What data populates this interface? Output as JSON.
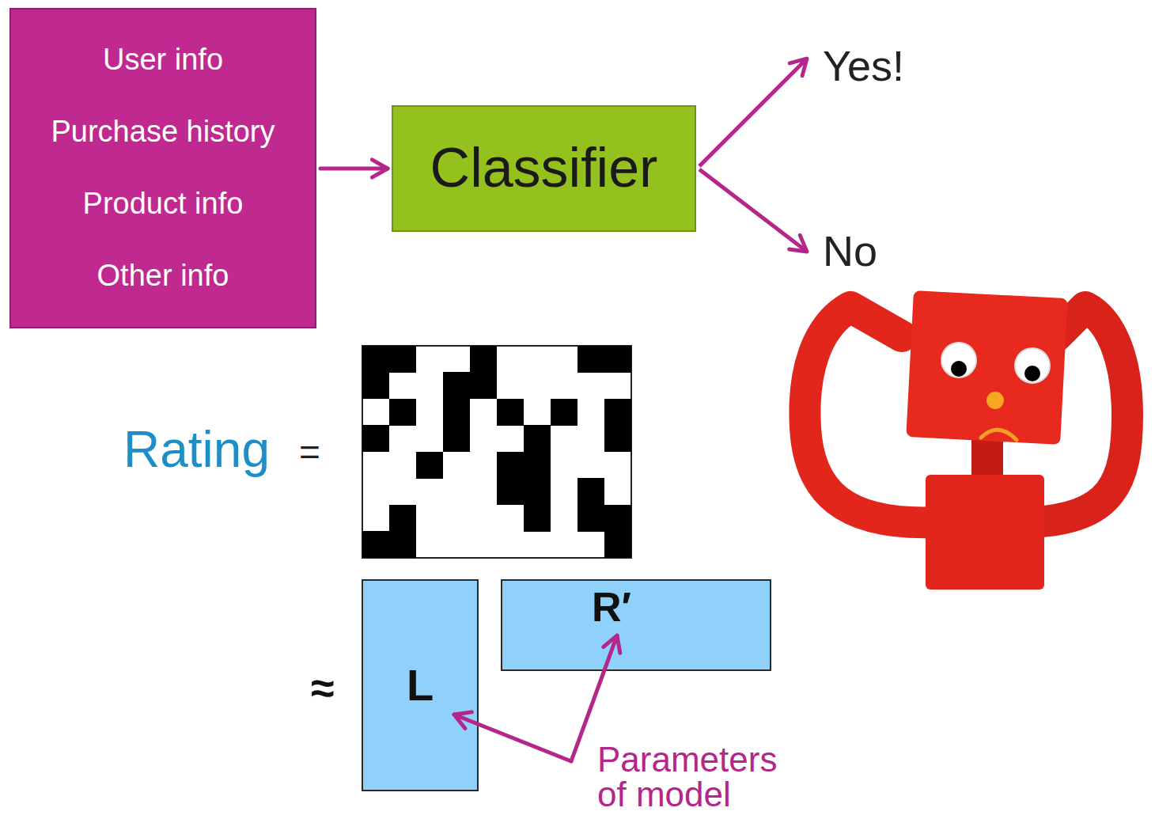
{
  "diagram": {
    "nodes": [
      {
        "text": [
          "User info",
          "Purchase history",
          "Product info",
          "Other info"
        ]
      },
      {
        "text": [
          "Classifier"
        ]
      },
      {
        "text": [
          "L"
        ]
      },
      {
        "text": [
          "R′"
        ]
      }
    ],
    "edges": [
      {
        "from": 0,
        "to": 1,
        "arrow": "to"
      }
    ],
    "labels": [
      "Yes!",
      "No",
      "Rating",
      "=",
      "≈",
      "Parameters of model"
    ]
  }
}
